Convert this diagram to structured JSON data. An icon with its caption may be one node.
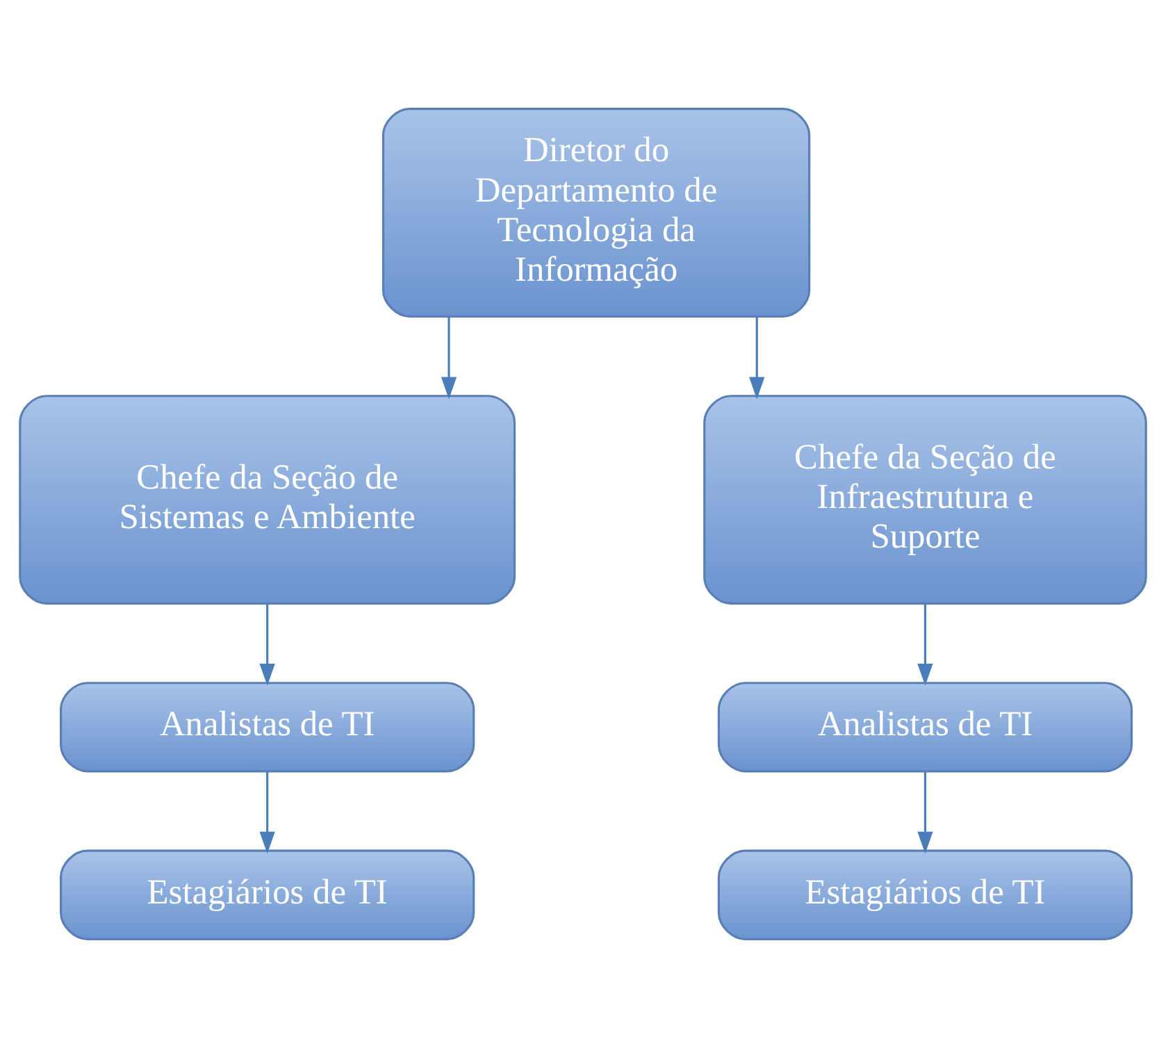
{
  "diagram": {
    "nodes": [
      {
        "text": [
          "Diretor do Departamento de Tecnologia da Informação"
        ]
      },
      {
        "text": [
          "Chefe da Seção de Sistemas e Ambiente"
        ]
      },
      {
        "text": [
          "Chefe da Seção de Infraestrutura e Suporte"
        ]
      },
      {
        "text": [
          "Analistas de TI"
        ]
      },
      {
        "text": [
          "Estagiários de TI"
        ]
      },
      {
        "text": [
          "Analistas de TI"
        ]
      },
      {
        "text": [
          "Estagiários de TI"
        ]
      }
    ],
    "edges": [
      {
        "from": 0,
        "to": 1,
        "arrow": "to"
      },
      {
        "from": 0,
        "to": 2,
        "arrow": "to"
      },
      {
        "from": 1,
        "to": 3,
        "arrow": "to"
      },
      {
        "from": 3,
        "to": 4,
        "arrow": "to"
      },
      {
        "from": 2,
        "to": 5,
        "arrow": "to"
      },
      {
        "from": 5,
        "to": 6,
        "arrow": "to"
      }
    ]
  }
}
